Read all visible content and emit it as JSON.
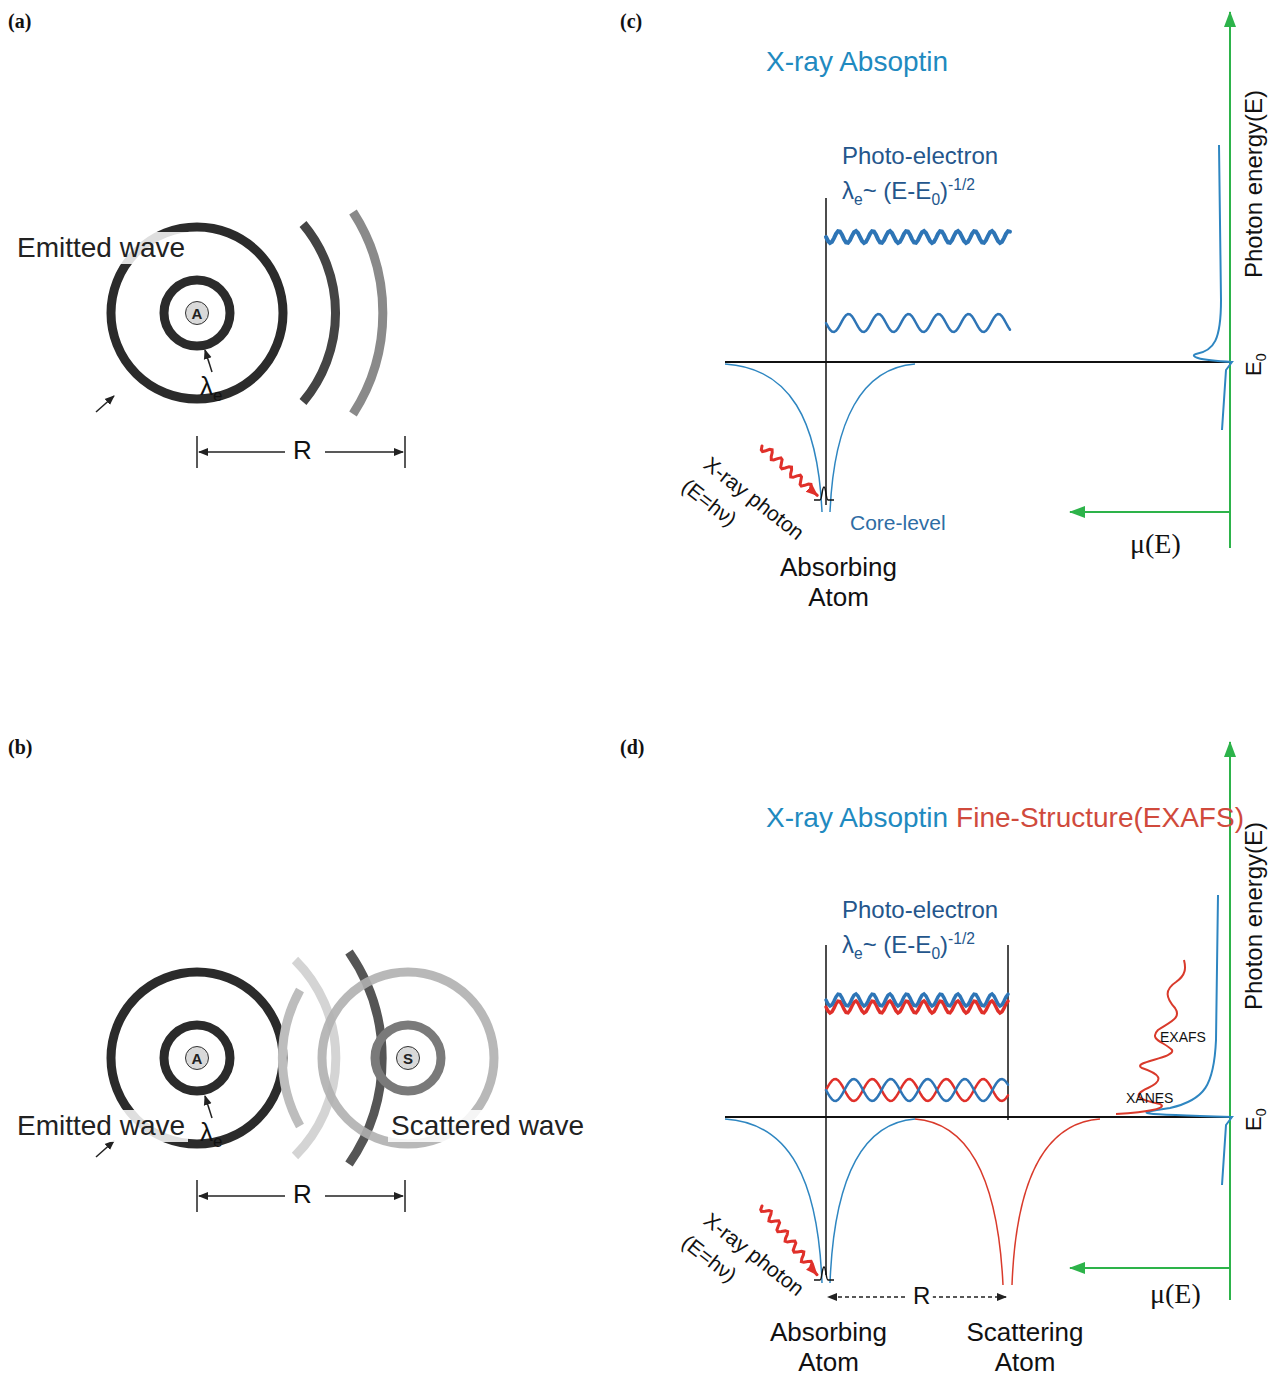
{
  "diagram": {
    "nodes": [
      {
        "text": [
          "A"
        ]
      },
      {
        "text": [
          "A"
        ]
      },
      {
        "text": [
          "S"
        ]
      }
    ],
    "labels": [
      "(a)",
      "Emitted wave",
      "λ",
      "e",
      "R",
      "(b)",
      "Emitted wave",
      "Scattered wave",
      "λ",
      "e",
      "R",
      "(c)",
      "X-ray Absoptin",
      "Photo-electron",
      "λ",
      "e",
      "~ (E-E",
      "0",
      ")",
      "-1/2",
      "Photon energy(E)",
      "E",
      "0",
      "X-ray photon",
      "(E=hν)",
      "Core-level",
      "Absorbing Atom",
      "μ(E)",
      "(d)",
      "X-ray Absoptin",
      "Fine-Structure(EXAFS)",
      "Photo-electron",
      "λ",
      "e",
      "~ (E-E",
      "0",
      ")",
      "-1/2",
      "Photon energy(E)",
      "E",
      "0",
      "EXAFS",
      "XANES",
      "X-ray photon",
      "(E=hν)",
      "R",
      "Absorbing Atom",
      "Scattering Atom",
      "μ(E)"
    ]
  }
}
